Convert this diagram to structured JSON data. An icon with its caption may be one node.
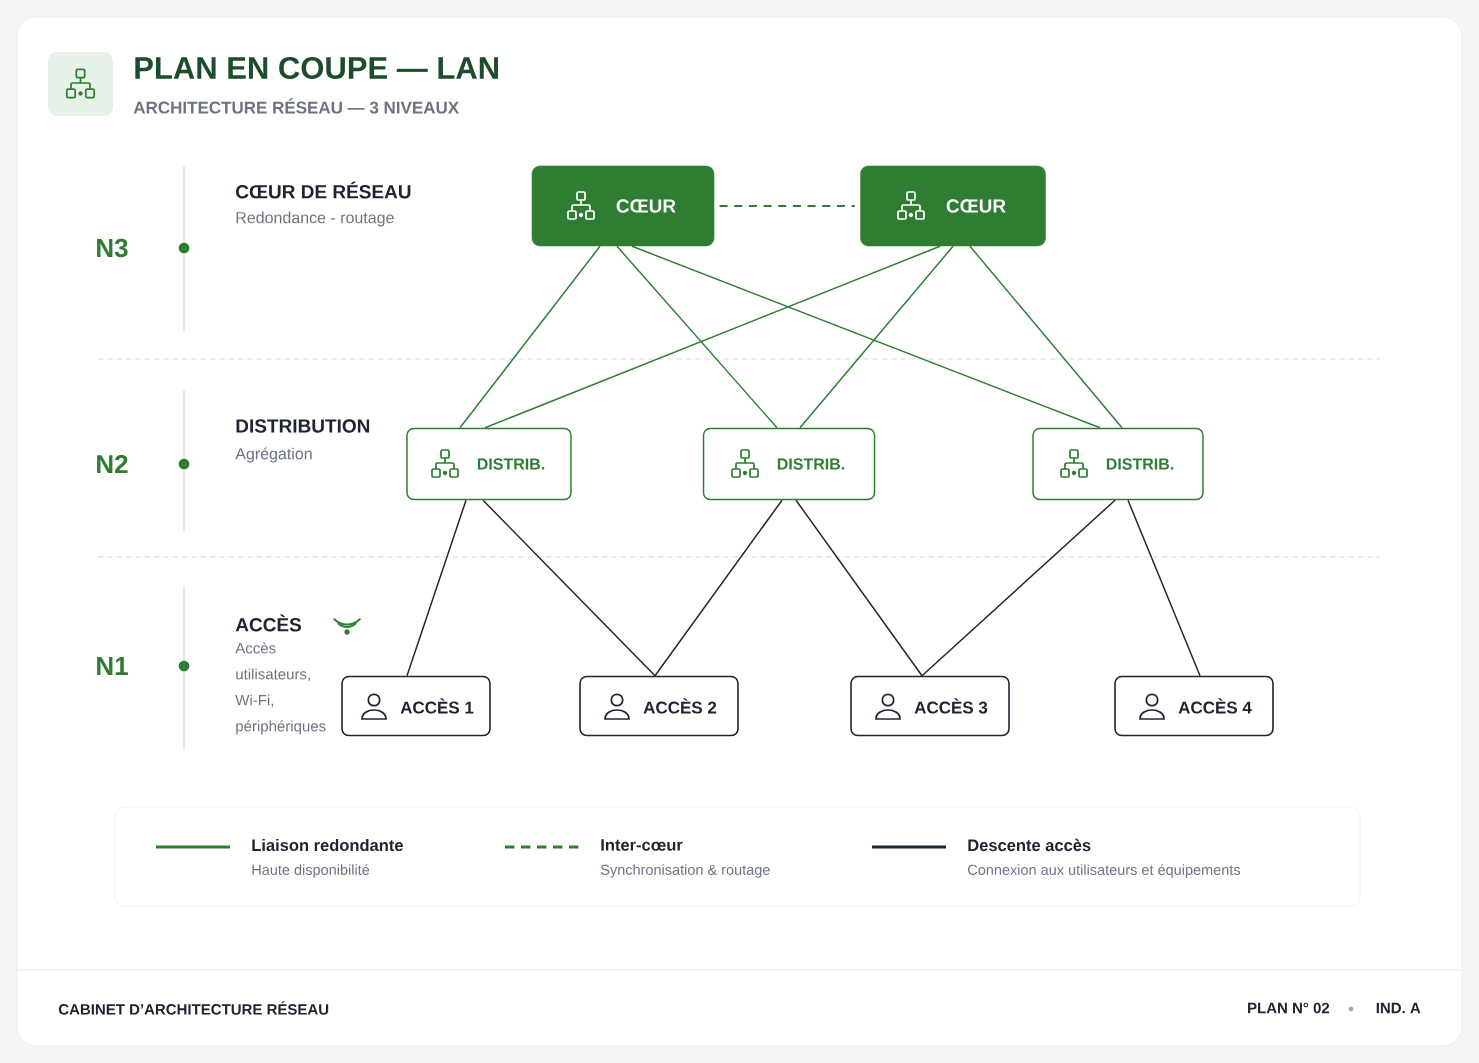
{
  "diagram": {
    "title": "PLAN EN COUPE — LAN",
    "nodes": [
      {
        "text": [
          "CŒUR"
        ]
      },
      {
        "text": [
          "CŒUR"
        ]
      },
      {
        "text": [
          "DISTRIB."
        ]
      },
      {
        "text": [
          "DISTRIB."
        ]
      },
      {
        "text": [
          "DISTRIB."
        ]
      },
      {
        "text": [
          "ACCÈS 1"
        ]
      },
      {
        "text": [
          "ACCÈS 2"
        ]
      },
      {
        "text": [
          "ACCÈS 3"
        ]
      },
      {
        "text": [
          "ACCÈS 4"
        ]
      }
    ],
    "edges": [
      {
        "from": 0,
        "to": 1,
        "arrow": "none",
        "style": "dashed"
      },
      {
        "from": 0,
        "to": 2,
        "arrow": "none"
      },
      {
        "from": 0,
        "to": 3,
        "arrow": "none"
      },
      {
        "from": 0,
        "to": 4,
        "arrow": "none"
      },
      {
        "from": 1,
        "to": 2,
        "arrow": "none"
      },
      {
        "from": 1,
        "to": 3,
        "arrow": "none"
      },
      {
        "from": 1,
        "to": 4,
        "arrow": "none"
      },
      {
        "from": 2,
        "to": 5,
        "arrow": "none",
        "color": "#1f2433"
      },
      {
        "from": 2,
        "to": 6,
        "arrow": "none",
        "color": "#1f2433"
      },
      {
        "from": 3,
        "to": 6,
        "arrow": "none",
        "color": "#1f2433"
      },
      {
        "from": 3,
        "to": 7,
        "arrow": "none",
        "color": "#1f2433"
      },
      {
        "from": 4,
        "to": 7,
        "arrow": "none",
        "color": "#1f2433"
      },
      {
        "from": 4,
        "to": 8,
        "arrow": "none",
        "color": "#1f2433"
      }
    ],
    "labels": [
      "ARCHITECTURE RÉSEAU — 3 NIVEAUX",
      "N3",
      "CŒUR DE RÉSEAU",
      "Redondance - routage",
      "N2",
      "DISTRIBUTION",
      "Agrégation",
      "N1",
      "ACCÈS",
      "Accès utilisateurs, Wi-Fi, périphériques",
      "Haute disponibilité",
      "Synchronisation & routage",
      "Connexion aux utilisateurs et équipements",
      "CABINET D’ARCHITECTURE RÉSEAU",
      "PLAN N° 02",
      "IND. A"
    ],
    "legend": [
      {
        "text": "Liaison redondante"
      },
      {
        "text": "Inter-cœur"
      },
      {
        "text": "Descente accès"
      }
    ]
  }
}
